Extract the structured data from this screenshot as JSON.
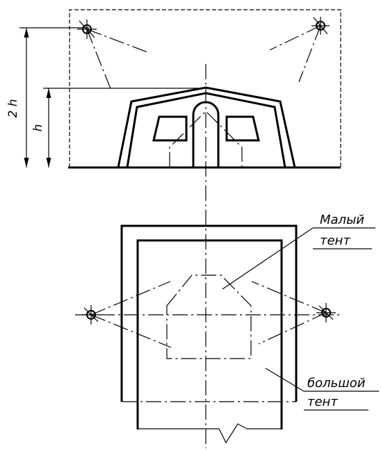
{
  "labels": {
    "dim_2h": "2 h",
    "dim_h": "h",
    "small_tent_line1": "Малый",
    "small_tent_line2": "тент",
    "big_tent_line1": "большой",
    "big_tent_line2": "тент"
  },
  "colors": {
    "ink": "#000000",
    "paper": "#ffffff"
  }
}
